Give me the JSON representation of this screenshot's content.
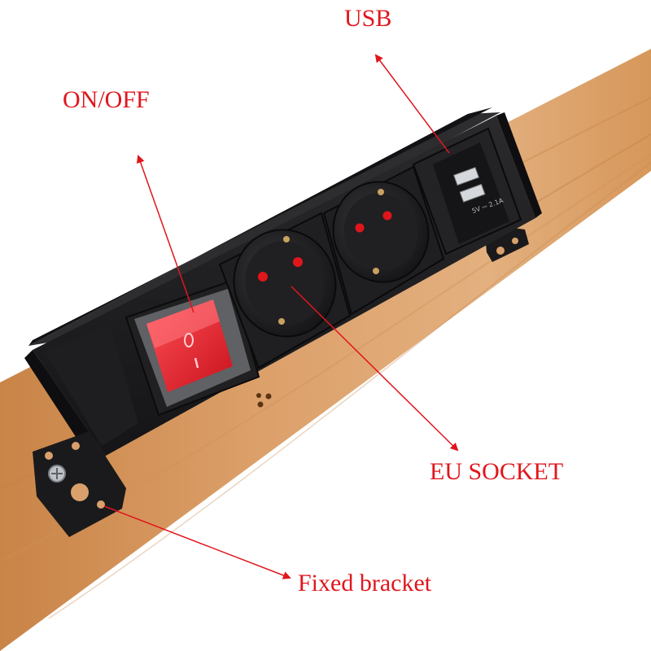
{
  "labels": {
    "usb": "USB",
    "on_off": "ON/OFF",
    "eu_socket": "EU SOCKET",
    "fixed_bracket": "Fixed bracket"
  },
  "usb_module": {
    "rating": "5V ⎓ 2.1A"
  },
  "colors": {
    "label_text": "#e0161d",
    "arrow": "#e0161d",
    "wood": "#d99a5b",
    "housing": "#1c1c1e",
    "switch": "#e8222c"
  }
}
